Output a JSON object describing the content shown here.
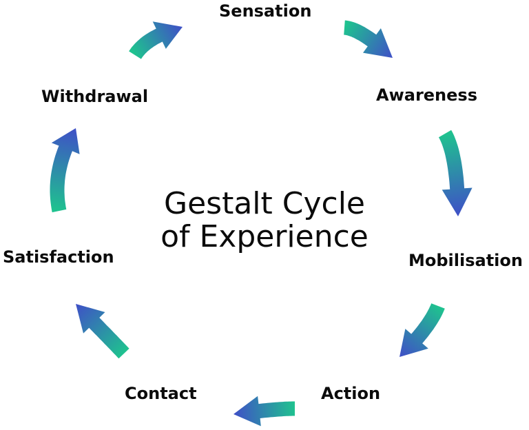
{
  "title": {
    "line1": "Gestalt Cycle",
    "line2": "of Experience"
  },
  "stages": [
    {
      "label": "Sensation"
    },
    {
      "label": "Awareness"
    },
    {
      "label": "Mobilisation"
    },
    {
      "label": "Action"
    },
    {
      "label": "Contact"
    },
    {
      "label": "Satisfaction"
    },
    {
      "label": "Withdrawal"
    }
  ],
  "arrows": [
    {
      "from": "Withdrawal",
      "to": "Sensation"
    },
    {
      "from": "Sensation",
      "to": "Awareness"
    },
    {
      "from": "Awareness",
      "to": "Mobilisation"
    },
    {
      "from": "Mobilisation",
      "to": "Action"
    },
    {
      "from": "Action",
      "to": "Contact"
    },
    {
      "from": "Contact",
      "to": "Satisfaction"
    },
    {
      "from": "Satisfaction",
      "to": "Withdrawal"
    }
  ],
  "colors": {
    "arrow_start": "#1fc28f",
    "arrow_end": "#3f4fc7",
    "text": "#0b0b0b"
  }
}
